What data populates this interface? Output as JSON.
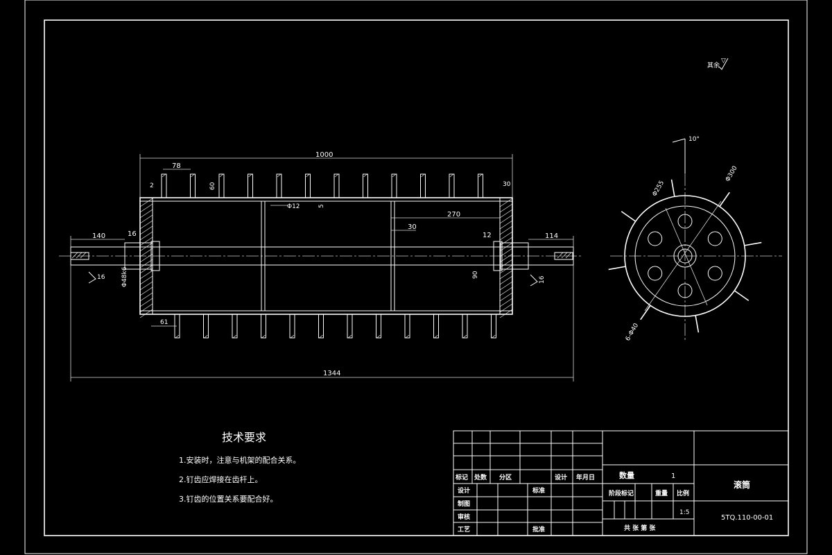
{
  "dims": {
    "overall_drum": "1000",
    "pitch": "78",
    "tooth_h": "60",
    "shell_t": "2",
    "right_30": "30",
    "bore": "Φ12",
    "five": "5",
    "d270": "270",
    "d30": "30",
    "d12": "12",
    "left_140": "140",
    "left_16": "16",
    "right_114": "114",
    "key_left": "16",
    "key_right": "16",
    "shaft_dia": "Φ48k6",
    "d90": "90",
    "d61": "61",
    "overall": "1344"
  },
  "side_view": {
    "angle": "10°",
    "d_outer": "Φ300",
    "d_pcd": "Φ255",
    "holes": "6-Φ40"
  },
  "roughness_note": "其余",
  "tech_req": {
    "title": "技术要求",
    "items": [
      "1.安装时，注意与机架的配合关系。",
      "2.钉齿应焊接在齿杆上。",
      "3.钉齿的位置关系要配合好。"
    ]
  },
  "title_block": {
    "h_mark": "标记",
    "h_count": "处数",
    "h_zone": "分区",
    "h_sign": "设计",
    "h_date": "年月日",
    "design": "设计",
    "std": "标准",
    "draw": "制图",
    "check": "审核",
    "process": "工艺",
    "approve": "批准",
    "qty_label": "数量",
    "qty": "1",
    "stage": "阶段标记",
    "weight": "重量",
    "scale": "比例",
    "scale_val": "1:5",
    "sheets": "共  张 第  张",
    "part_name": "滚筒",
    "drawing_no": "5TQ.110-00-01"
  }
}
